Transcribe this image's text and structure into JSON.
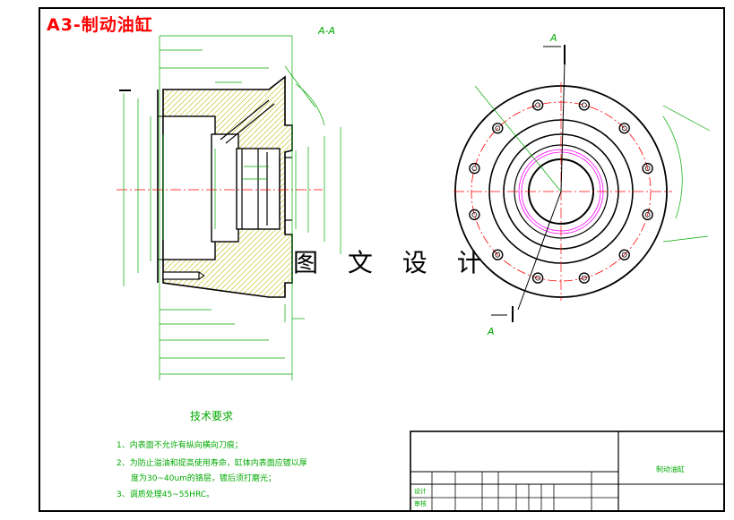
{
  "drawing": {
    "title": "A3-制动油缸",
    "watermark": "图 文 设 计",
    "section_label": "A-A",
    "view_label_top": "A",
    "view_label_bottom": "A",
    "tech_requirements": {
      "heading": "技术要求",
      "items": [
        "1、内表面不允许有纵向横向刀痕；",
        "2、为防止溢油和提高使用寿命，缸体内表面应镀以厚",
        "度为30~40um的铬层，镀后须打磨光；",
        "3、调质处理45~55HRC。"
      ]
    },
    "title_block": {
      "part_name": "制动油缸",
      "row_label_1": "设计",
      "row_label_2": "审核"
    }
  }
}
